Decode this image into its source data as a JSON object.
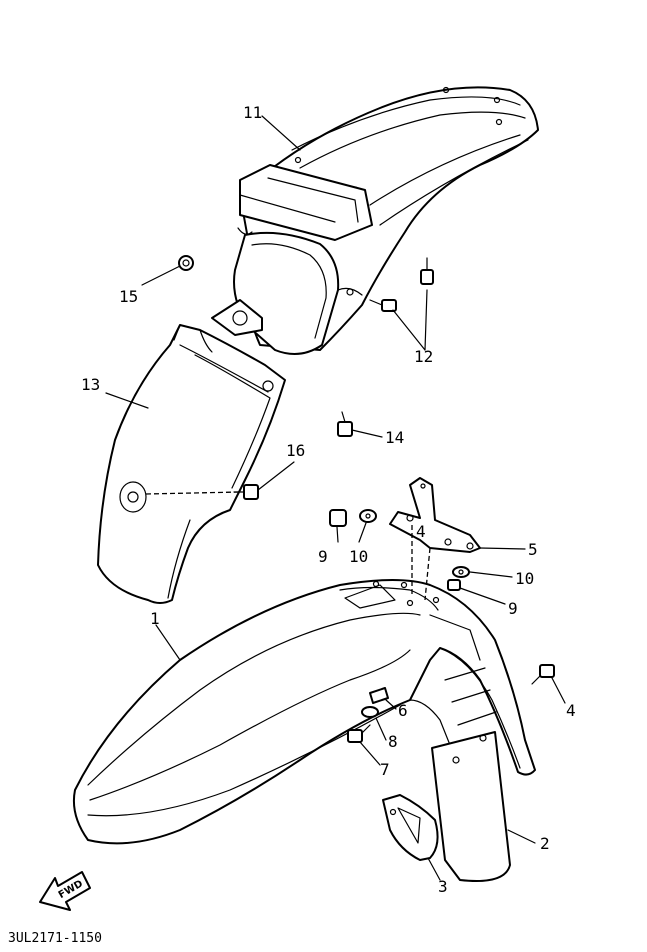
{
  "diagram": {
    "part_labels": {
      "p1": "1",
      "p2": "2",
      "p3": "3",
      "p4": "4",
      "p4b": "4",
      "p5": "5",
      "p6": "6",
      "p7": "7",
      "p8": "8",
      "p9a": "9",
      "p9b": "9",
      "p10a": "10",
      "p10b": "10",
      "p11": "11",
      "p12": "12",
      "p13": "13",
      "p14": "14",
      "p15": "15",
      "p16": "16"
    },
    "fwd_label": "FWD",
    "drawing_code": "3UL2171-1150"
  }
}
